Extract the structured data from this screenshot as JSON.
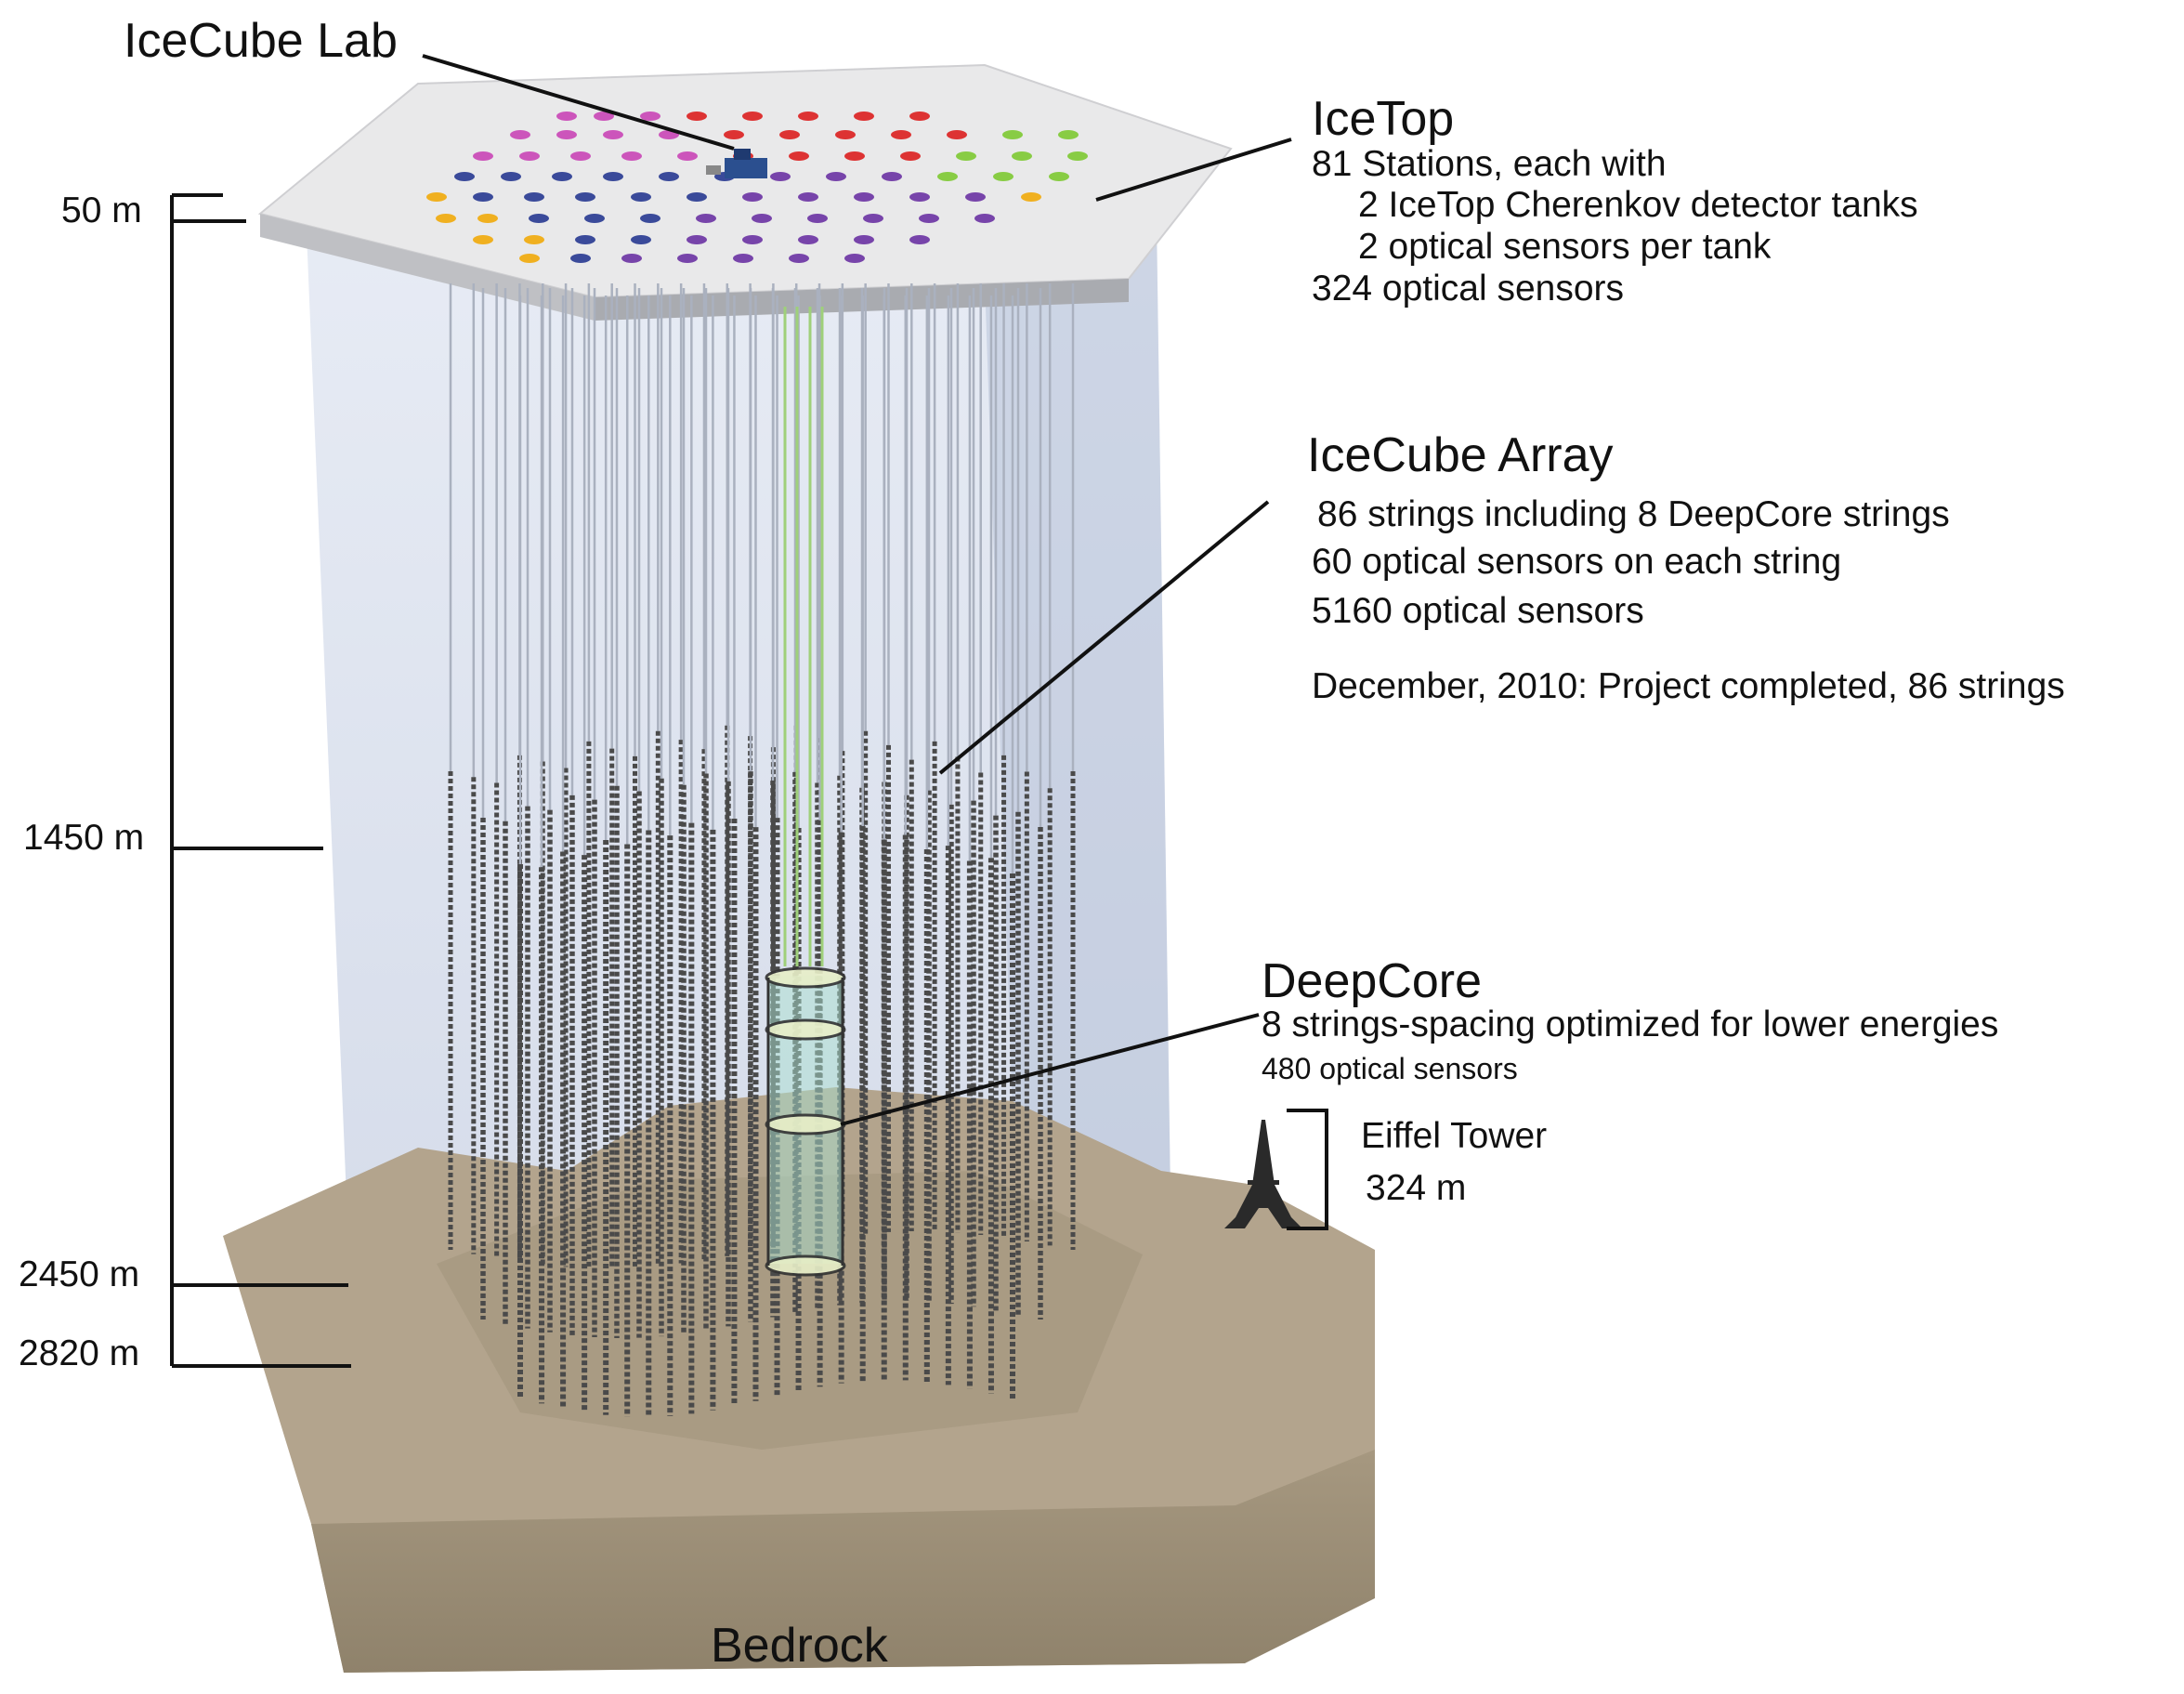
{
  "labels": {
    "icecube_lab": "IceCube Lab",
    "icetop": {
      "title": "IceTop",
      "lines": [
        "81 Stations, each with",
        "2 IceTop Cherenkov detector tanks",
        "2 optical sensors per tank",
        "324 optical sensors"
      ]
    },
    "array": {
      "title": "IceCube Array",
      "lines": [
        "86 strings including 8 DeepCore strings",
        "60 optical sensors on each string",
        "5160 optical sensors"
      ],
      "note": "December, 2010: Project completed, 86 strings"
    },
    "deepcore": {
      "title": "DeepCore",
      "line1": "8 strings-spacing optimized for lower energies",
      "line2": "480 optical sensors"
    },
    "eiffel": {
      "name": "Eiffel Tower",
      "height": "324 m"
    },
    "bedrock": "Bedrock",
    "depths": [
      "50 m",
      "1450 m",
      "2450 m",
      "2820 m"
    ]
  },
  "colors": {
    "ice_block": "#c9d3e6",
    "surface": "#e9e9ea",
    "ground": "#b3a48d",
    "ground_dark": "#9b8d76",
    "string": "#aab1bf",
    "sensor": "#4a4a4a",
    "deepcore_string": "#9fd07a",
    "station_magenta": "#cc55bb",
    "station_blue": "#3a4a9a",
    "station_red": "#dd3333",
    "station_green": "#88cc44",
    "station_purple": "#7744aa",
    "station_yellow": "#f0b020"
  }
}
